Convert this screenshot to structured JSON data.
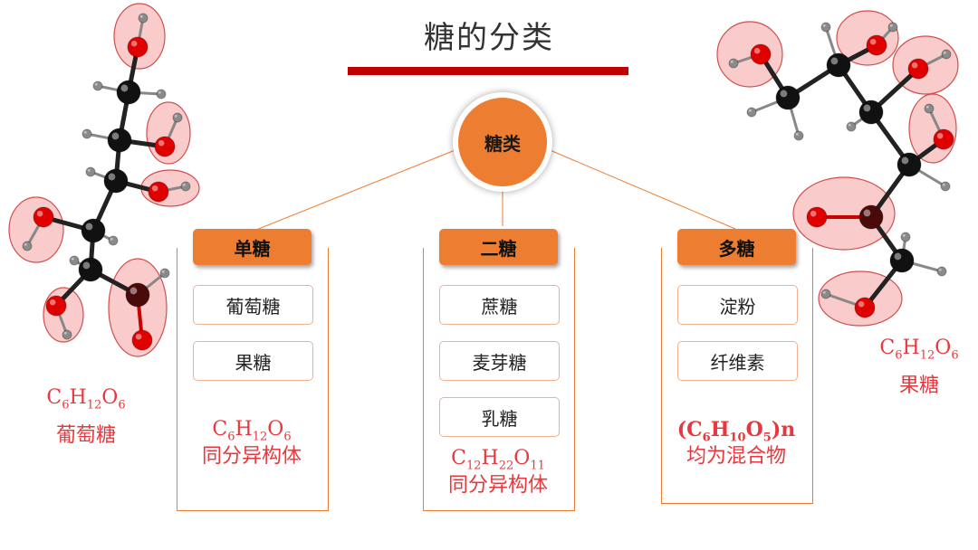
{
  "title": "糖的分类",
  "center": {
    "label": "糖类"
  },
  "categories": [
    {
      "label": "单糖",
      "items": [
        "葡萄糖",
        "果糖"
      ],
      "formula": "C6H12O6",
      "note": "同分异构体"
    },
    {
      "label": "二糖",
      "items": [
        "蔗糖",
        "麦芽糖",
        "乳糖"
      ],
      "formula": "C12H22O11",
      "note": "同分异构体"
    },
    {
      "label": "多糖",
      "items": [
        "淀粉",
        "纤维素"
      ],
      "formula": "(C6H10O5)n",
      "note": "均为混合物"
    }
  ],
  "left_molecule": {
    "formula": "C6H12O6",
    "name": "葡萄糖"
  },
  "right_molecule": {
    "formula": "C6H12O6",
    "name": "果糖"
  },
  "colors": {
    "accent": "#ed7d31",
    "title_bar": "#c00000",
    "text_red": "#e8383d",
    "oxygen": "#e00000",
    "carbon": "#111111",
    "highlight": "#f4a0a0"
  }
}
